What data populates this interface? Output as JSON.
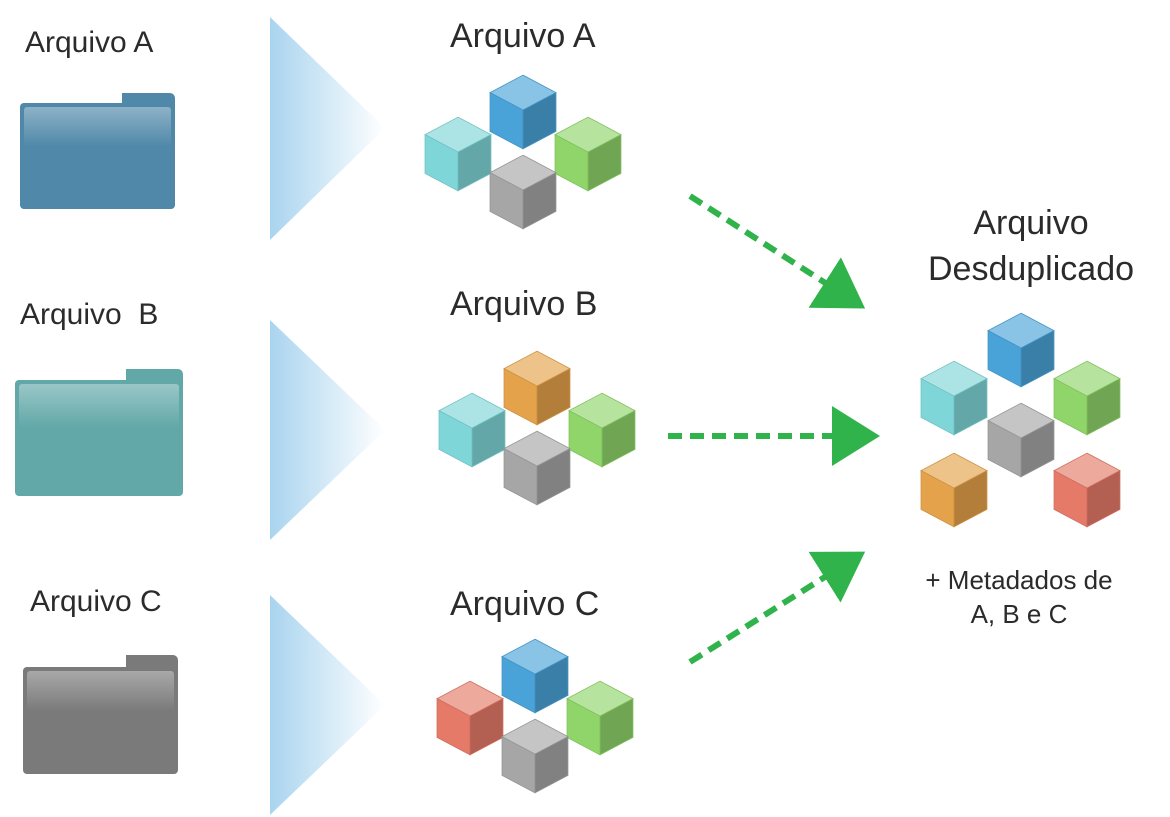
{
  "sources": [
    {
      "label": "Arquivo A",
      "folder_color": "#4f88a8"
    },
    {
      "label": "Arquivo  B",
      "folder_color": "#62a8a8"
    },
    {
      "label": "Arquivo C",
      "folder_color": "#7a7a7a"
    }
  ],
  "chunked": [
    {
      "label": "Arquivo A",
      "blocks": [
        "blue-block",
        "cyan-block",
        "green-block",
        "gray-block"
      ]
    },
    {
      "label": "Arquivo B",
      "blocks": [
        "orange-block",
        "cyan-block",
        "green-block",
        "gray-block"
      ]
    },
    {
      "label": "Arquivo C",
      "blocks": [
        "blue-block",
        "red-block",
        "green-block",
        "gray-block"
      ]
    }
  ],
  "dedup": {
    "title_line1": "Arquivo",
    "title_line2": "Desduplicado",
    "meta_line1": "+ Metadados de",
    "meta_line2": "A, B e C",
    "blocks": [
      "blue-block",
      "cyan-block",
      "green-block",
      "gray-block",
      "orange-block",
      "red-block"
    ]
  },
  "colors": {
    "blue": "#4aa3d8",
    "cyan": "#7fd6d8",
    "green": "#8fd56a",
    "gray": "#a6a6a6",
    "orange": "#e4a24a",
    "red": "#e57a68",
    "arrow": "#2fb34a",
    "funnel": "#a9d4ef"
  }
}
